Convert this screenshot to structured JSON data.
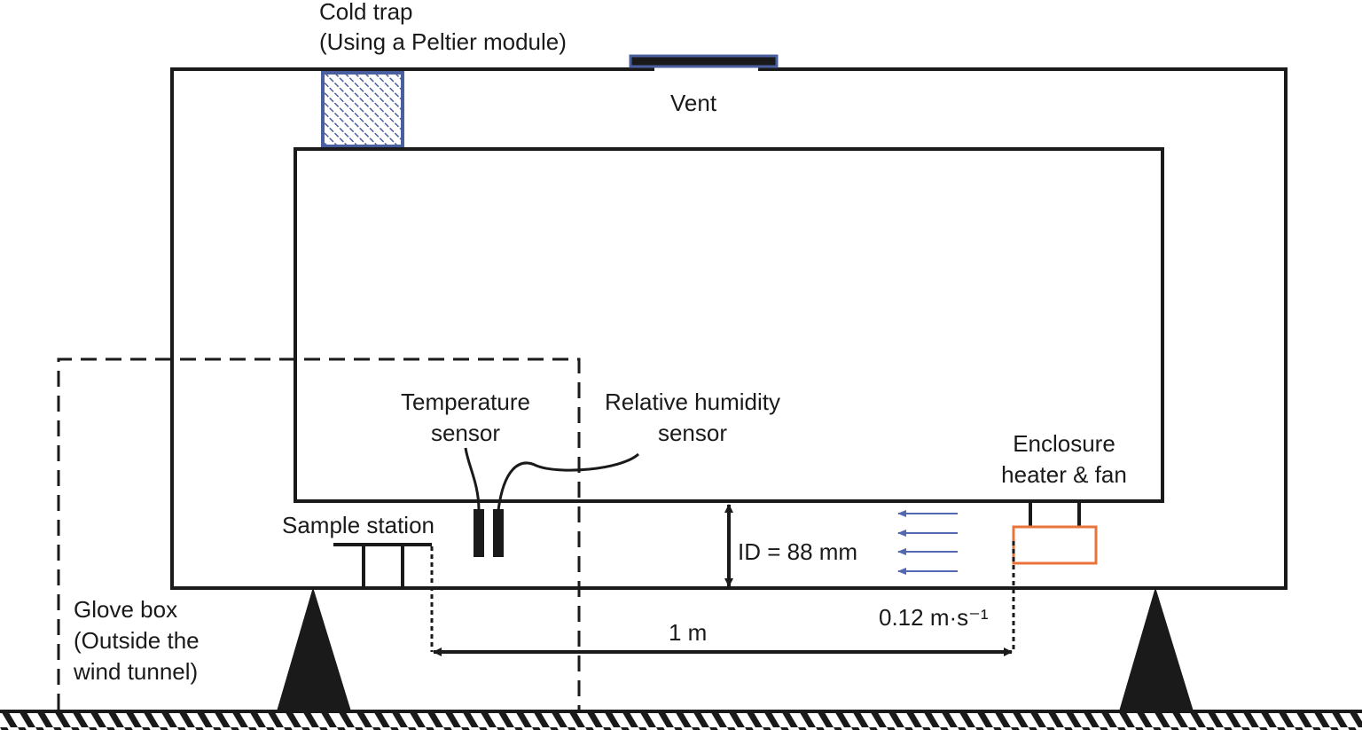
{
  "labels": {
    "cold_trap_line1": "Cold trap",
    "cold_trap_line2": "(Using a Peltier module)",
    "vent": "Vent",
    "temperature_sensor_line1": "Temperature",
    "temperature_sensor_line2": "sensor",
    "humidity_sensor_line1": "Relative humidity",
    "humidity_sensor_line2": "sensor",
    "heater_line1": "Enclosure",
    "heater_line2": "heater & fan",
    "sample_station": "Sample station",
    "inner_diameter": "ID = 88 mm",
    "distance": "1 m",
    "air_speed": "0.12 m·s⁻¹",
    "glove_box_line1": "Glove box",
    "glove_box_line2": "(Outside the",
    "glove_box_line3": "wind tunnel)"
  },
  "colors": {
    "outline": "#1a1a1a",
    "cold_trap": "#4a5fa0",
    "flow_arrows": "#5268b0",
    "heater": "#e8743b"
  }
}
